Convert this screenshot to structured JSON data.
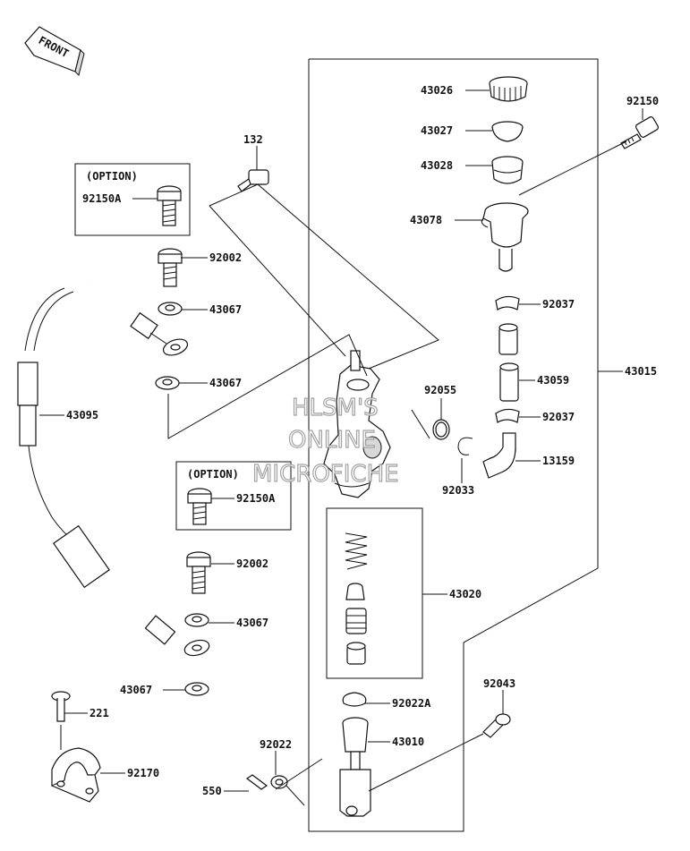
{
  "front_badge": "FRONT",
  "option_label": "(OPTION)",
  "watermark": [
    "HLSM'S",
    "ONLINE",
    "MICROFICHE"
  ],
  "parts": {
    "p43026": "43026",
    "p43027": "43027",
    "p43028": "43028",
    "p43078": "43078",
    "p92150": "92150",
    "p132": "132",
    "p92150A_top": "92150A",
    "p92002_top": "92002",
    "p43067_a": "43067",
    "p43067_b": "43067",
    "p43095": "43095",
    "p92037_a": "92037",
    "p43059": "43059",
    "p43015": "43015",
    "p92055": "92055",
    "p92037_b": "92037",
    "p13159": "13159",
    "p92033": "92033",
    "p92150A_bot": "92150A",
    "p92002_bot": "92002",
    "p43020": "43020",
    "p43067_c": "43067",
    "p43067_d": "43067",
    "p92043": "92043",
    "p221": "221",
    "p92022A": "92022A",
    "p43010": "43010",
    "p92022": "92022",
    "p92170": "92170",
    "p550": "550"
  },
  "icons": [
    "front-arrow-icon"
  ],
  "colors": {
    "line": "#111111",
    "background": "#ffffff",
    "watermark_stroke": "#9a9a9a"
  }
}
